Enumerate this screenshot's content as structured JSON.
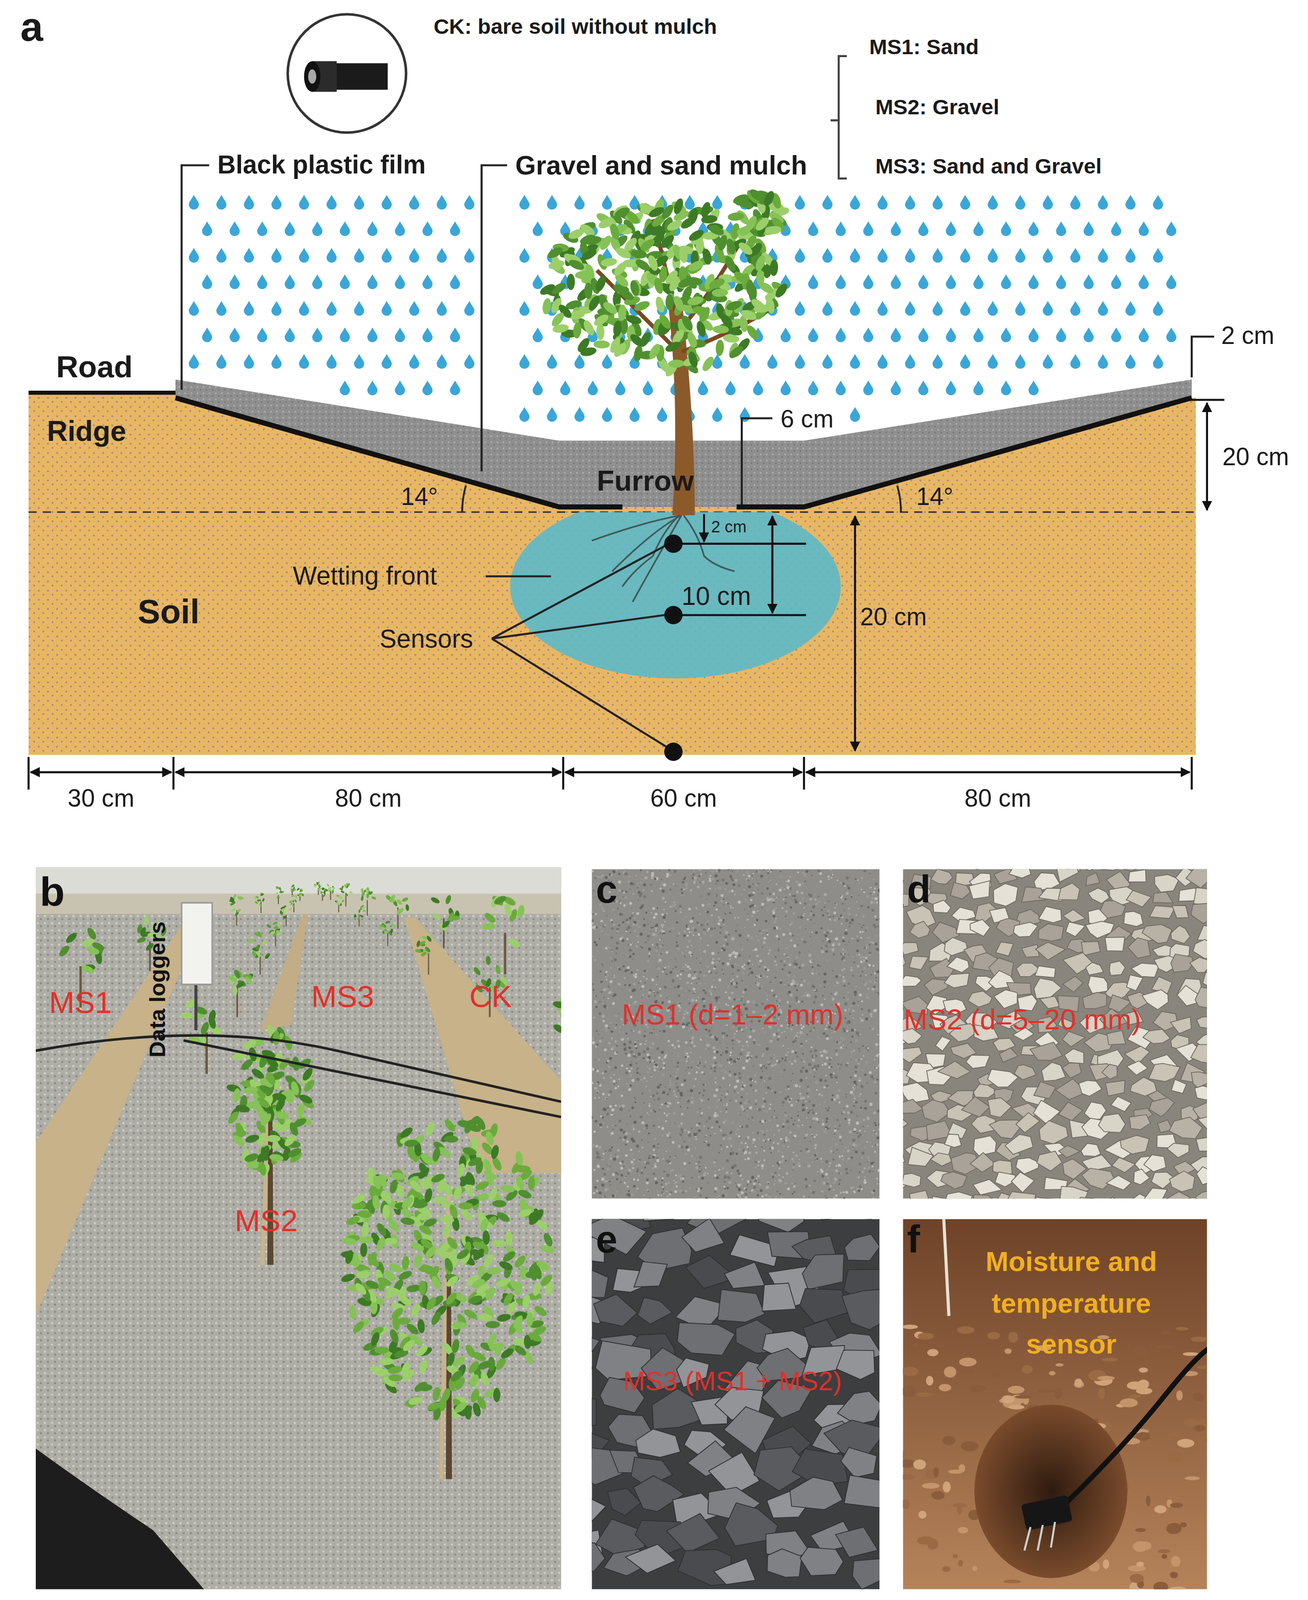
{
  "diagram": {
    "nodes": [
      {
        "text": [
          "b",
          "MS1",
          "Data loggers",
          "MS3",
          "CK",
          "MS2"
        ]
      },
      {
        "text": [
          "c",
          "MS1 (d=1–2 mm)"
        ]
      },
      {
        "text": [
          "d",
          "MS2 (d=5–20 mm)"
        ]
      },
      {
        "text": [
          "e",
          "MS3 (MS1 + MS2)"
        ]
      },
      {
        "text": [
          "f",
          "Moisture and temperature sensor"
        ]
      }
    ],
    "labels": [
      "a",
      "CK: bare soil without mulch",
      "MS1: Sand",
      "MS2: Gravel",
      "MS3: Sand and Gravel",
      "Black plastic film",
      "Gravel and sand mulch",
      "Road",
      "2 cm",
      "Ridge",
      "6 cm",
      "20 cm",
      "Furrow",
      "14°",
      "14°",
      "2 cm",
      "Wetting front",
      "10 cm",
      "20 cm",
      "Soil",
      "Sensors",
      "30 cm",
      "80 cm",
      "60 cm",
      "80 cm"
    ]
  }
}
